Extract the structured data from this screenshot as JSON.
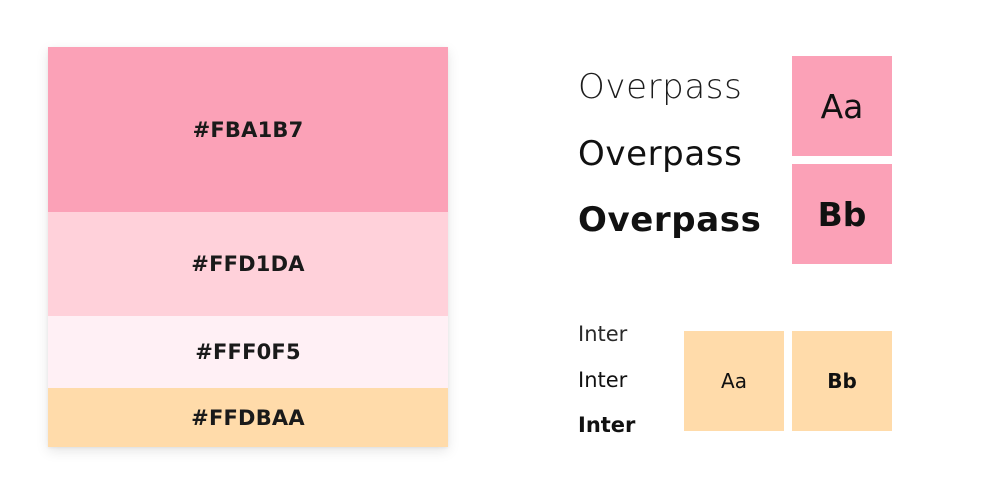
{
  "palette": {
    "swatches": [
      {
        "label": "#FBA1B7",
        "color": "#FBA1B7"
      },
      {
        "label": "#FFD1DA",
        "color": "#FFD1DA"
      },
      {
        "label": "#FFF0F5",
        "color": "#FFF0F5"
      },
      {
        "label": "#FFDBAA",
        "color": "#FFDBAA"
      }
    ]
  },
  "typography": {
    "overpass": {
      "samples": [
        "Overpass",
        "Overpass",
        "Overpass"
      ],
      "tiles": [
        "Aa",
        "Bb"
      ],
      "tile_color": "#FBA1B7"
    },
    "inter": {
      "samples": [
        "Inter",
        "Inter",
        "Inter"
      ],
      "tiles": [
        "Aa",
        "Bb"
      ],
      "tile_color": "#FFDBAA"
    }
  }
}
